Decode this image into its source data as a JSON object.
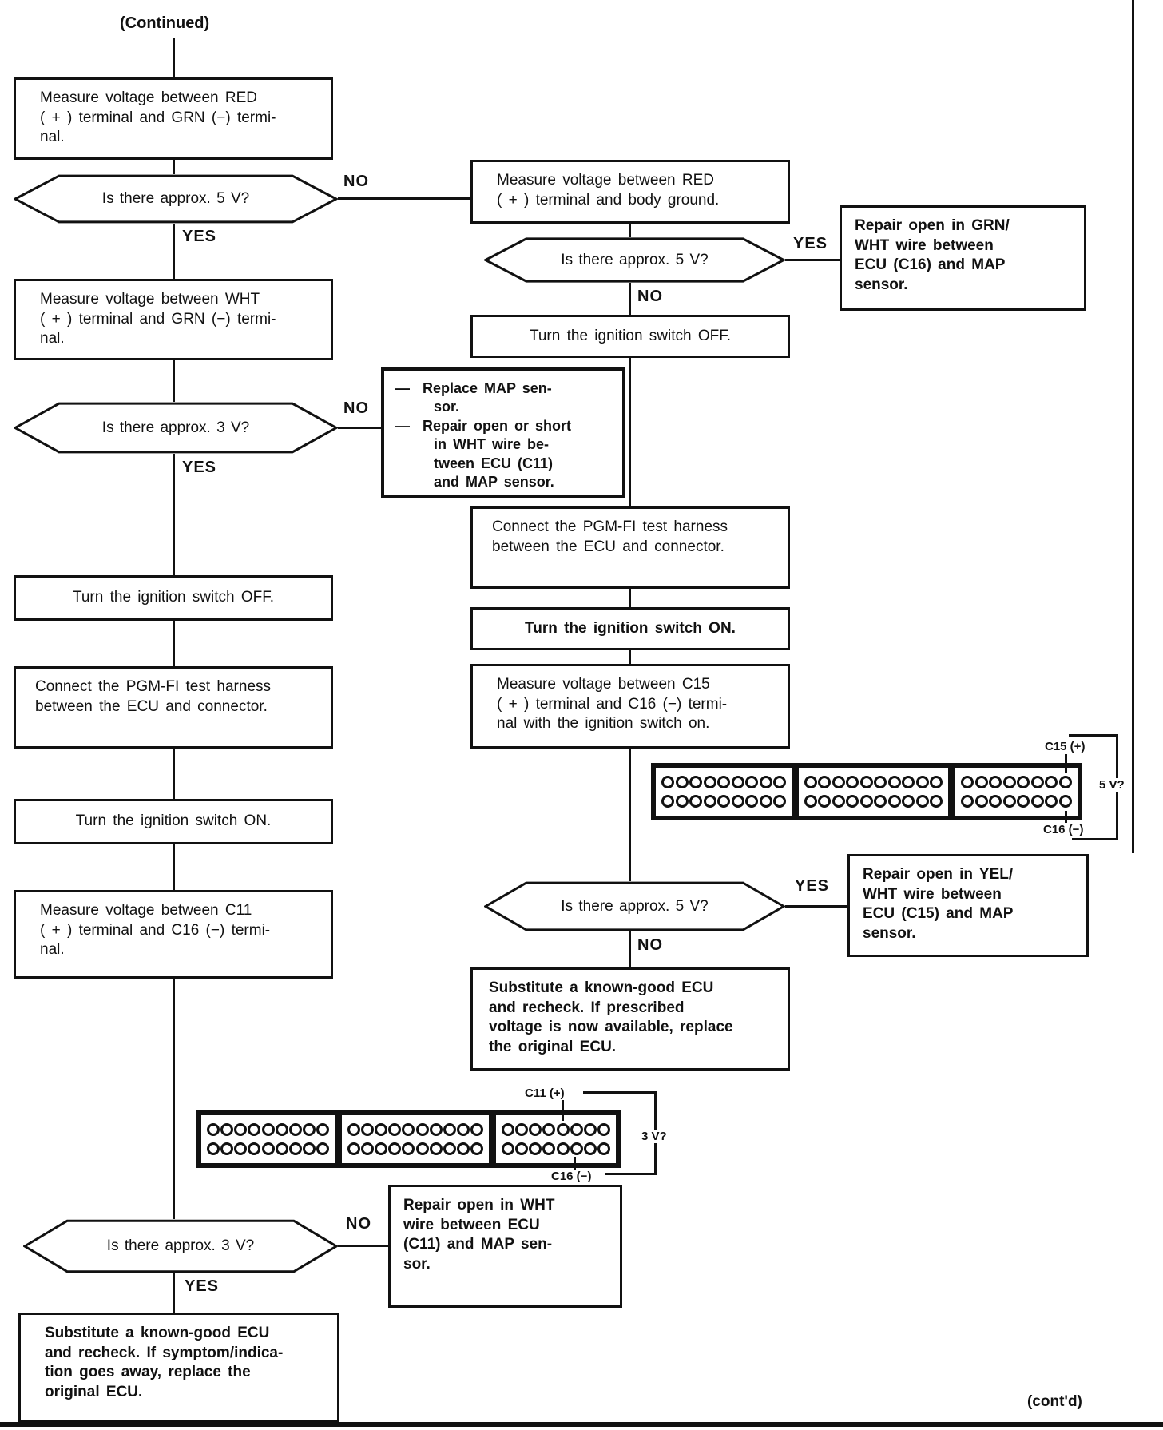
{
  "title": "(Continued)",
  "footer": "(cont'd)",
  "labels": {
    "yes": "YES",
    "no": "NO"
  },
  "colors": {
    "ink": "#111111",
    "paper": "#ffffff"
  },
  "flow": {
    "measure_red_grn": "Measure voltage between RED\n( + ) terminal and GRN (−) termi-\nnal.",
    "q_approx_5v": "Is there approx. 5 V?",
    "q_approx_3v": "Is there approx. 3 V?",
    "measure_red_ground": "Measure voltage between RED\n( + ) terminal and body ground.",
    "repair_grn_wht": "Repair open in GRN/\nWHT wire between\nECU (C16) and MAP\nsensor.",
    "ignition_off": "Turn the ignition switch OFF.",
    "measure_wht_grn": "Measure voltage between WHT\n( + ) terminal and GRN (−) termi-\nnal.",
    "replace_map_or_repair": "—  Replace MAP sen-\n      sor.\n—  Repair open or short\n      in WHT wire be-\n      tween ECU (C11)\n      and MAP sensor.",
    "connect_harness": "Connect the PGM-FI test harness\nbetween the ECU and connector.",
    "ignition_on": "Turn the ignition switch ON.",
    "measure_c15_c16": "Measure voltage between C15\n( + ) terminal and C16 (−) termi-\nnal with the ignition switch on.",
    "repair_yel_wht": "Repair open in YEL/\nWHT wire between\nECU (C15) and MAP\nsensor.",
    "substitute_ecu_voltage": "Substitute a known-good ECU\nand recheck. If prescribed\nvoltage is now available, replace\nthe original ECU.",
    "measure_c11_c16": "Measure voltage between C11\n( + ) terminal and C16 (−) termi-\nnal.",
    "repair_wht_c11": "Repair open in WHT\nwire between ECU\n(C11) and MAP sen-\nsor.",
    "substitute_ecu_symptom": "Substitute a known-good ECU\nand recheck. If symptom/indica-\ntion goes away, replace the\noriginal ECU."
  },
  "connector": {
    "segments": [
      9,
      10,
      8
    ],
    "rows": 2,
    "upper_labels": {
      "plus": "C15 (+)",
      "voltage": "5 V?",
      "minus": "C16 (−)"
    },
    "lower_labels": {
      "plus": "C11 (+)",
      "voltage": "3 V?",
      "minus": "C16 (−)"
    }
  }
}
